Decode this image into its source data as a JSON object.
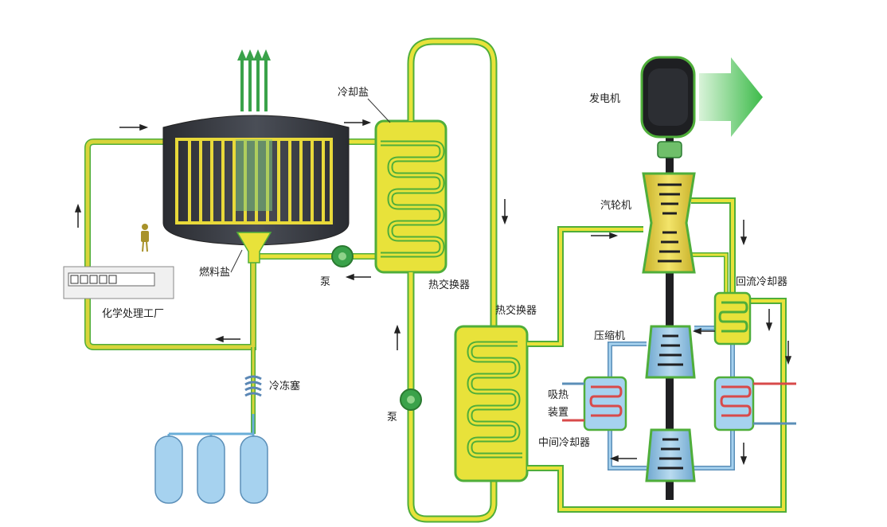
{
  "labels": {
    "cooling_salt": "冷却盐",
    "fuel_salt": "燃料盐",
    "pump_left": "泵",
    "pump_mid": "泵",
    "heat_exchanger_1": "热交换器",
    "heat_exchanger_2": "热交换器",
    "chemical_plant": "化学处理工厂",
    "freeze_plug": "冷冻塞",
    "generator": "发电机",
    "turbine": "汽轮机",
    "recuperator": "回流冷却器",
    "compressor": "压缩机",
    "heat_absorber_1": "吸热",
    "heat_absorber_2": "装置",
    "intercooler": "中间冷却器"
  },
  "colors": {
    "fuel_salt_pipe": "#d8d43a",
    "coolant_pipe": "#e8e23a",
    "pipe_outline": "#4fae3a",
    "reactor_vessel": "#3c3f47",
    "gas_loop": "#7ab0d8",
    "hot_side": "#d84a4a",
    "arrow_out": "#3dbb4a"
  },
  "icons": [
    "reactor-vessel-icon",
    "worker-icon",
    "control-rods-icon",
    "storage-tank-icon",
    "pump-icon",
    "generator-icon",
    "turbine-icon",
    "compressor-icon",
    "output-arrow-icon"
  ]
}
